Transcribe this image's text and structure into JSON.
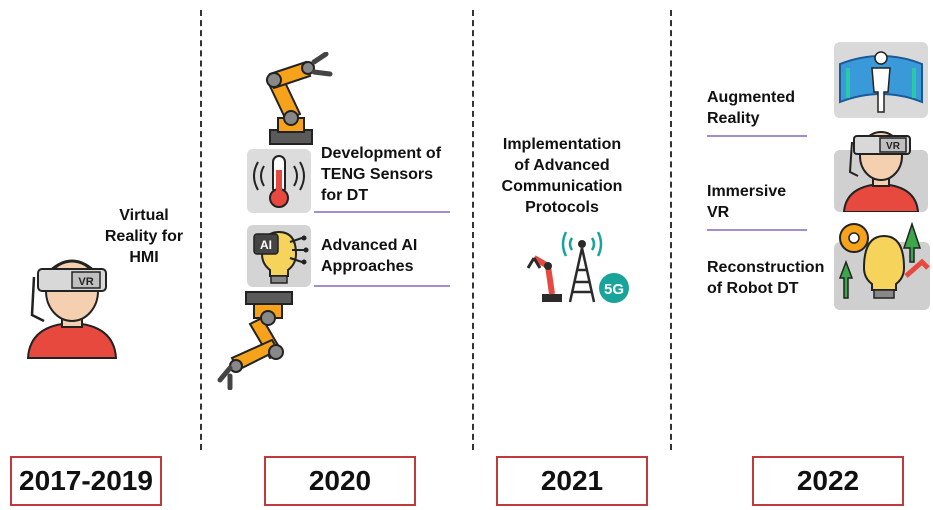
{
  "periods": [
    {
      "year": "2017-2019",
      "items": [
        {
          "label": "Virtual Reality for HMI",
          "icon": "vr-person-icon"
        }
      ]
    },
    {
      "year": "2020",
      "items": [
        {
          "label": "Development of TENG Sensors for DT",
          "icon": "thermometer-sensor-icon"
        },
        {
          "label": "Advanced AI Approaches",
          "icon": "ai-lightbulb-icon"
        }
      ]
    },
    {
      "year": "2021",
      "items": [
        {
          "label": "Implementation of Advanced Communication Protocols",
          "icon": "robot-5g-tower-icon"
        }
      ]
    },
    {
      "year": "2022",
      "items": [
        {
          "label": "Augmented Reality",
          "icon": "ar-hologram-icon"
        },
        {
          "label": "Immersive VR",
          "icon": "vr-person-icon"
        },
        {
          "label": "Reconstruction of Robot DT",
          "icon": "robot-lightbulb-icon"
        }
      ]
    }
  ],
  "colors": {
    "year_border": "#c0393b",
    "rule": "#a08fc8",
    "robot_orange": "#f6a21a",
    "vr_shirt": "#e8493f"
  },
  "labels": {
    "vr_2017": [
      "Virtual",
      "Reality for",
      "HMI"
    ],
    "teng": [
      "Development of",
      "TENG Sensors",
      "for DT"
    ],
    "ai": [
      "Advanced AI",
      "Approaches"
    ],
    "comm": [
      "Implementation",
      "of Advanced",
      "Communication",
      "Protocols"
    ],
    "ar": [
      "Augmented",
      "Reality"
    ],
    "ivr": [
      "Immersive",
      "VR"
    ],
    "robot_dt": [
      "Reconstruction",
      "of Robot DT"
    ]
  },
  "icon_text": {
    "vr_headset": "VR",
    "ai_chip": "AI",
    "network": "5G"
  }
}
